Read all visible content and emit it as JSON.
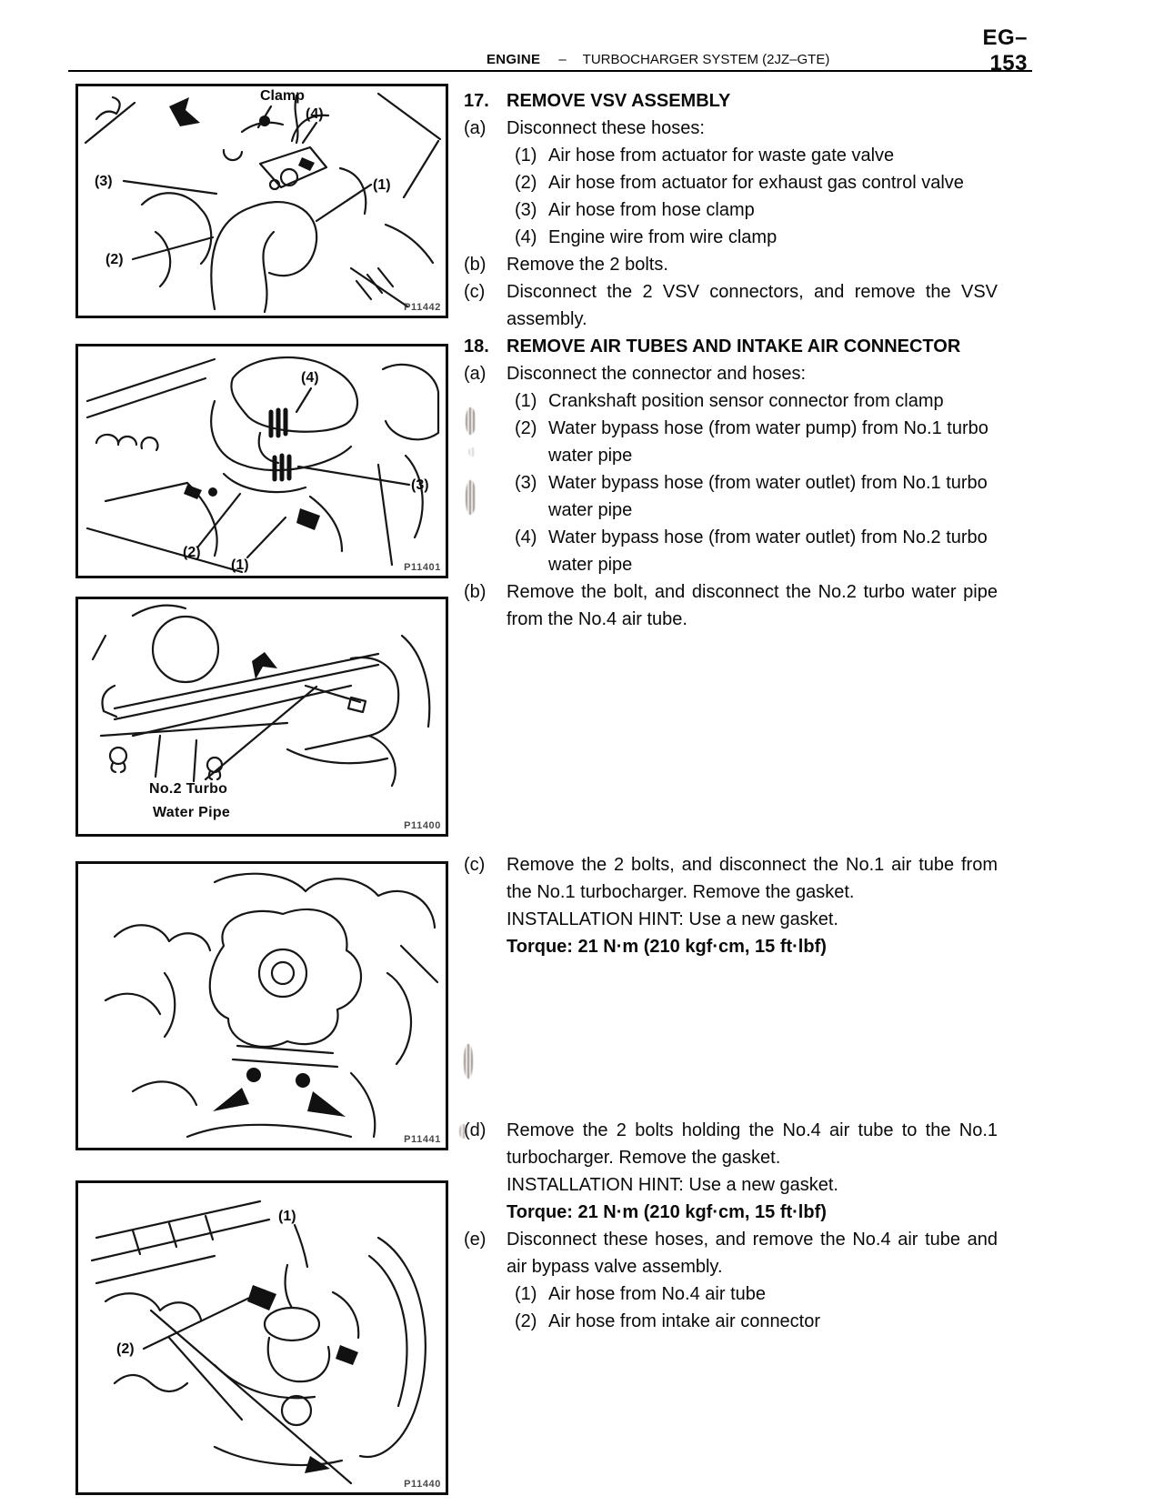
{
  "header": {
    "page_code": "EG–153",
    "section": "ENGINE",
    "separator": "–",
    "title": "TURBOCHARGER SYSTEM (2JZ–GTE)"
  },
  "figures": {
    "fig1": {
      "code": "P11442",
      "clamp_label": "Clamp",
      "l1": "(1)",
      "l2": "(2)",
      "l3": "(3)",
      "l4": "(4)"
    },
    "fig2": {
      "code": "P11401",
      "l1": "(1)",
      "l2": "(2)",
      "l3": "(3)",
      "l4": "(4)"
    },
    "fig3": {
      "code": "P11400",
      "caption1": "No.2 Turbo",
      "caption2": "Water Pipe"
    },
    "fig4": {
      "code": "P11441"
    },
    "fig5": {
      "code": "P11440",
      "l1": "(1)",
      "l2": "(2)"
    }
  },
  "step17": {
    "num": "17.",
    "title": "REMOVE VSV ASSEMBLY",
    "a_label": "(a)",
    "a_text": "Disconnect these hoses:",
    "a_subs": [
      {
        "n": "(1)",
        "t": "Air hose from actuator for waste gate valve"
      },
      {
        "n": "(2)",
        "t": "Air hose from actuator for exhaust gas control valve"
      },
      {
        "n": "(3)",
        "t": "Air hose from hose clamp"
      },
      {
        "n": "(4)",
        "t": "Engine wire from wire clamp"
      }
    ],
    "b_label": "(b)",
    "b_text": "Remove the 2 bolts.",
    "c_label": "(c)",
    "c_text": "Disconnect the 2 VSV connectors, and remove the VSV assembly."
  },
  "step18": {
    "num": "18.",
    "title": "REMOVE AIR TUBES AND INTAKE AIR CONNECTOR",
    "a_label": "(a)",
    "a_text": "Disconnect the connector and hoses:",
    "a_subs": [
      {
        "n": "(1)",
        "t": "Crankshaft position sensor connector from clamp"
      },
      {
        "n": "(2)",
        "t": "Water bypass hose (from water pump) from No.1 turbo water pipe"
      },
      {
        "n": "(3)",
        "t": "Water bypass hose (from water outlet) from No.1 turbo water pipe"
      },
      {
        "n": "(4)",
        "t": "Water bypass hose (from water outlet) from No.2 turbo water pipe"
      }
    ],
    "b_label": "(b)",
    "b_text": "Remove the bolt, and disconnect the No.2 turbo water pipe from the No.4 air tube.",
    "c_label": "(c)",
    "c_text": "Remove the 2 bolts, and disconnect the No.1 air tube from the No.1 turbocharger. Remove the gasket.",
    "c_hint": "INSTALLATION HINT: Use a new gasket.",
    "c_torque": "Torque: 21 N·m (210 kgf·cm, 15 ft·lbf)",
    "d_label": "(d)",
    "d_text": "Remove the 2 bolts holding the No.4 air tube to the No.1 turbocharger. Remove the gasket.",
    "d_hint": "INSTALLATION HINT: Use a new gasket.",
    "d_torque": "Torque: 21 N·m (210 kgf·cm, 15 ft·lbf)",
    "e_label": "(e)",
    "e_text": "Disconnect these hoses, and remove the No.4 air tube and air bypass valve assembly.",
    "e_subs": [
      {
        "n": "(1)",
        "t": "Air hose from No.4 air tube"
      },
      {
        "n": "(2)",
        "t": "Air hose from intake air connector"
      }
    ]
  }
}
